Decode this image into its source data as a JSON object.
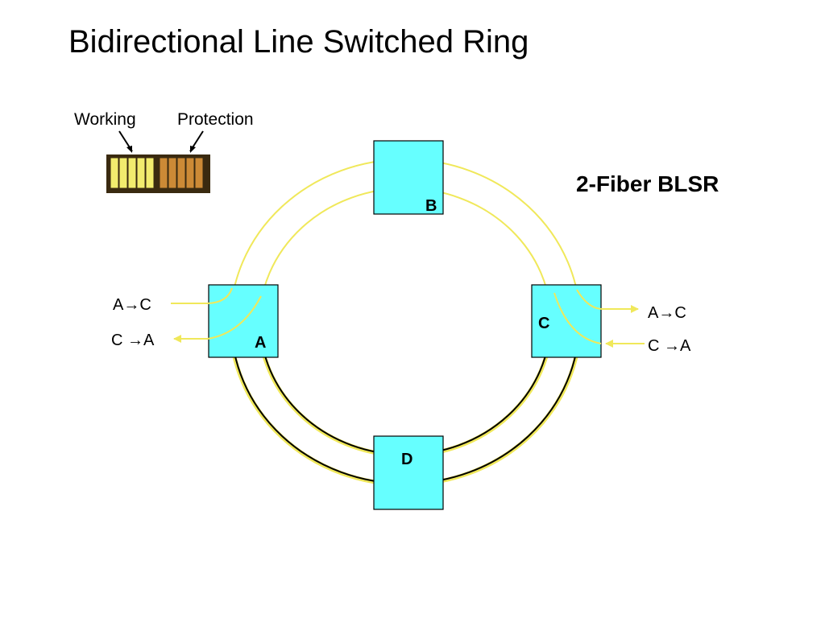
{
  "title": "Bidirectional Line Switched Ring",
  "ring_type_label": "2-Fiber BLSR",
  "legend": {
    "working_label": "Working",
    "protection_label": "Protection",
    "working_color": "#f2ec6e",
    "protection_color": "#cc8a36",
    "frame_color": "#3a2a10"
  },
  "nodes": {
    "a": {
      "label": "A"
    },
    "b": {
      "label": "B"
    },
    "c": {
      "label": "C"
    },
    "d": {
      "label": "D"
    }
  },
  "node_fill": "#66ffff",
  "fiber_colors": {
    "yellow": "#f0e85a",
    "black": "#000000"
  },
  "traffic": {
    "node_a": {
      "outgoing": "A→C",
      "incoming": "C →A"
    },
    "node_c": {
      "outgoing": "A→C",
      "incoming": "C →A"
    }
  }
}
